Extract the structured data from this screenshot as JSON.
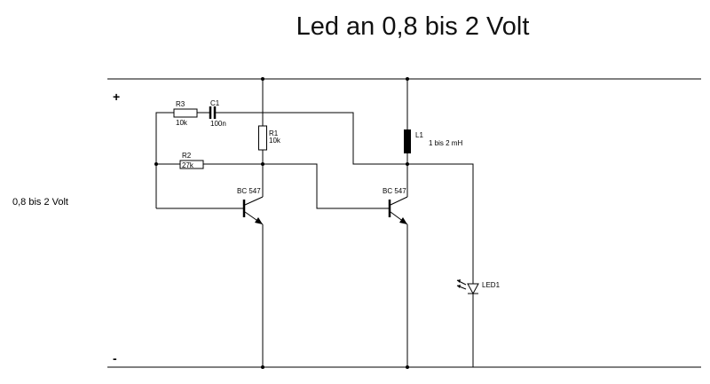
{
  "title": "Led an 0,8 bis 2 Volt",
  "supply": {
    "label": "0,8 bis 2 Volt",
    "plus": "+",
    "minus": "-"
  },
  "components": {
    "r3": {
      "ref": "R3",
      "value": "10k"
    },
    "c1": {
      "ref": "C1",
      "value": "100n"
    },
    "r1": {
      "ref": "R1",
      "value": "10k"
    },
    "r2": {
      "ref": "R2",
      "value": "27k"
    },
    "l1": {
      "ref": "L1",
      "value": "1 bis 2 mH"
    },
    "t1": {
      "type": "BC 547"
    },
    "t2": {
      "type": "BC 547"
    },
    "led1": {
      "ref": "LED1"
    }
  }
}
